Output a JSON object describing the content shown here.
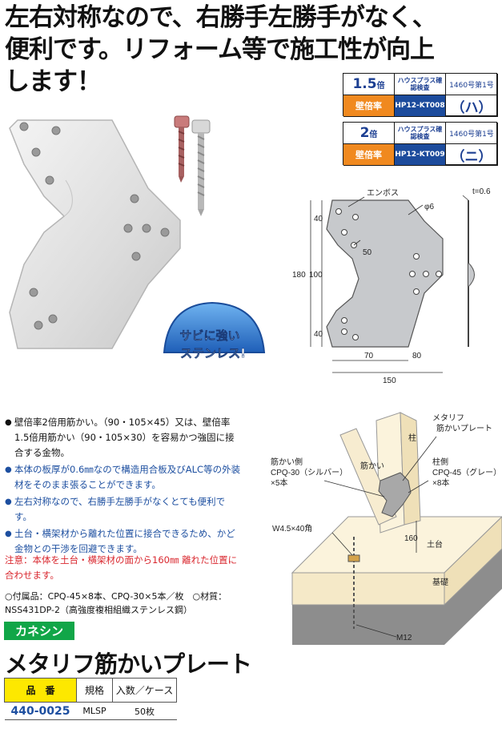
{
  "headline": [
    "左右対称なので、右勝手左勝手がなく、",
    "便利です。リフォーム等で施工性が向上",
    "します！"
  ],
  "cert1": {
    "mult": "1.5",
    "unit": "倍",
    "inspection": "ハウスプラス確認検査",
    "number": "1460号第1号",
    "label": "壁倍率",
    "code": "HP12-KT008",
    "kana": "（ハ）"
  },
  "cert2": {
    "mult": "2",
    "unit": "倍",
    "inspection": "ハウスプラス確認検査",
    "number": "1460号第1号",
    "label": "壁倍率",
    "code": "HP12-KT009",
    "kana": "（ニ）"
  },
  "badge": [
    "サビに強い",
    "ステンレス!"
  ],
  "drawing": {
    "emboss": "エンボス",
    "phi": "φ6",
    "thickness": "t=0.6",
    "d40a": "40",
    "d50": "50",
    "d180": "180",
    "d100": "100",
    "d40b": "40",
    "d70": "70",
    "d80": "80",
    "d150": "150"
  },
  "bullets": [
    {
      "text": "壁倍率2倍用筋かい。（90・105×45）又は、壁倍率1.5倍用筋かい（90・105×30）を容易かつ強固に接合する金物。",
      "blue": false
    },
    {
      "text": "本体の板厚が0.6㎜なので構造用合板及びALC等の外装材をそのまま張ることができます。",
      "blue": true
    },
    {
      "text": "左右対称なので、右勝手左勝手がなくとても便利です。",
      "blue": true
    },
    {
      "text": "土台・横架材から離れた位置に接合できるため、かど金物との干渉を回避できます。",
      "blue": true
    }
  ],
  "bullet_mark": "●",
  "note": "注意：本体を土台・横架材の面から160㎜ 離れた位置に合わせます。",
  "accessories": "○付属品：CPQ-45×8本、CPQ-30×5本／枚　○材質：NSS431DP-2（高強度複相組織ステンレス鋼）",
  "house": {
    "plate1": "メタリフ",
    "plate2": "筋かいプレート",
    "pillar": "柱",
    "brace": "筋かい",
    "bside1": "筋かい側",
    "bside2": "CPQ-30（シルバー）",
    "bside3": "×5本",
    "pside1": "柱側",
    "pside2": "CPQ-45（グレー）",
    "pside3": "×8本",
    "washer": "W4.5×40角",
    "d160": "160",
    "sill": "土台",
    "foundation": "基礎",
    "bolt": "M12"
  },
  "brand": "カネシン",
  "product": "メタリフ筋かいプレート",
  "table": {
    "headers": [
      "品　番",
      "規格",
      "入数／ケース"
    ],
    "row": [
      "440-0025",
      "MLSP",
      "50枚"
    ]
  },
  "colors": {
    "blue": "#1d4fa0",
    "orange": "#f0891f",
    "green": "#11a648",
    "yellow": "#fde800",
    "red": "#d9272e"
  }
}
